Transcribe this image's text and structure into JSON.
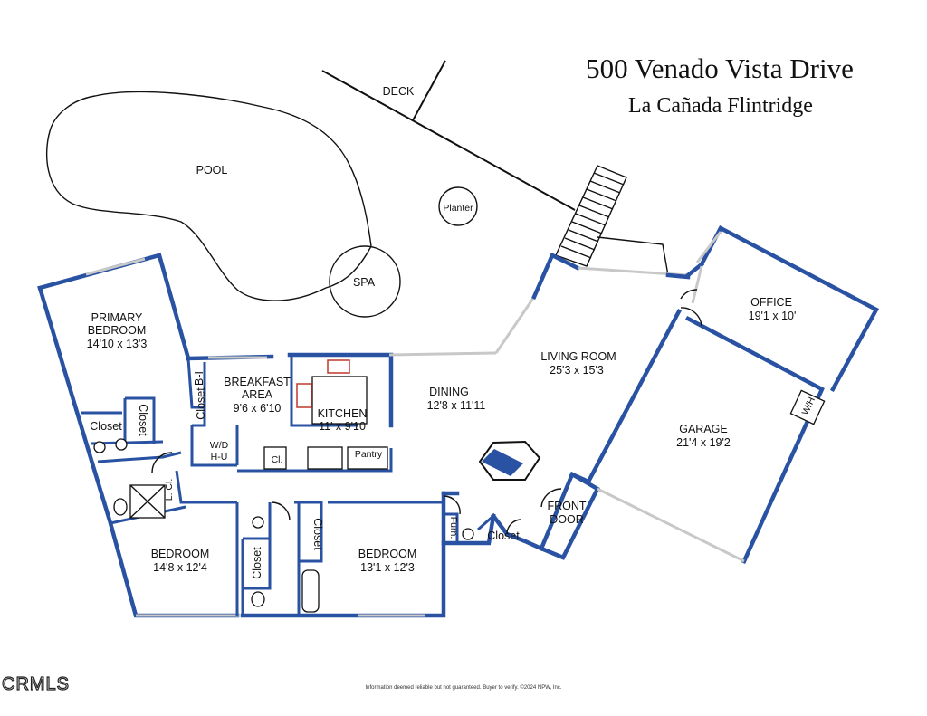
{
  "header": {
    "address": "500 Venado Vista Drive",
    "city": "La Cañada Flintridge"
  },
  "outdoor": {
    "deck": "DECK",
    "pool": "POOL",
    "spa": "SPA",
    "planter": "Planter"
  },
  "rooms": {
    "primary_bedroom": {
      "name1": "PRIMARY",
      "name2": "BEDROOM",
      "size": "14'10 x 13'3"
    },
    "breakfast_area": {
      "name1": "BREAKFAST",
      "name2": "AREA",
      "size": "9'6 x 6'10"
    },
    "kitchen": {
      "name": "KITCHEN",
      "size": "11' x 9'10"
    },
    "dining": {
      "name": "DINING",
      "size": "12'8 x 11'11"
    },
    "living_room": {
      "name": "LIVING ROOM",
      "size": "25'3 x 15'3"
    },
    "office": {
      "name": "OFFICE",
      "size": "19'1 x 10'"
    },
    "garage": {
      "name": "GARAGE",
      "size": "21'4 x 19'2"
    },
    "bedroom_left": {
      "name": "BEDROOM",
      "size": "14'8 x 12'4"
    },
    "bedroom_right": {
      "name": "BEDROOM",
      "size": "13'1 x 12'3"
    },
    "front_door": {
      "name1": "FRONT",
      "name2": "DOOR"
    }
  },
  "small_labels": {
    "closet": "Closet",
    "bi": "B-I",
    "wd1": "W/D",
    "wd2": "H-U",
    "cl": "Cl.",
    "lcl": "L. Cl.",
    "pantry": "Pantry",
    "furn": "Furn.",
    "wh": "W/H"
  },
  "footer": {
    "disclaimer": "Information deemed reliable but not guaranteed. Buyer to verify. ©2024 NPW, Inc.",
    "logo": "CRMLS"
  }
}
